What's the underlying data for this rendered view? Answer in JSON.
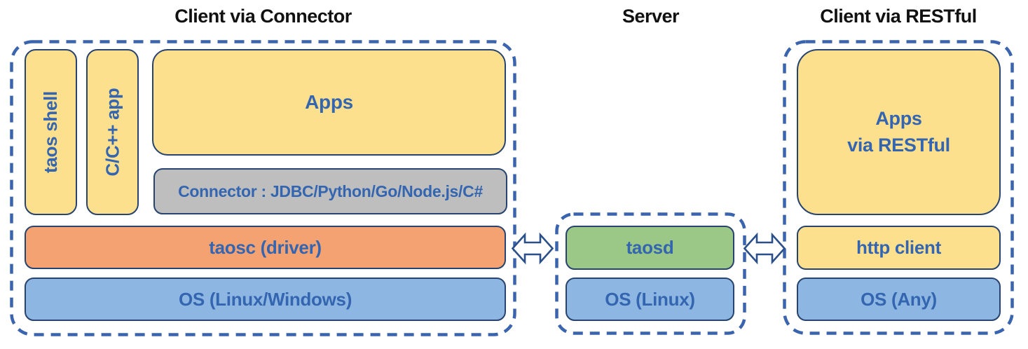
{
  "colors": {
    "background": "#ffffff",
    "yellow": "#FDE08D",
    "orange": "#F4A272",
    "blue": "#8DB7E2",
    "green": "#9BC886",
    "gray": "#BEBEBE",
    "box_border": "#27436F",
    "dashed_border": "#3A64AE",
    "label_text": "#3465B0",
    "title_text": "#111111",
    "arrow_outline": "#2B4F88",
    "arrow_fill": "#FFFFFF"
  },
  "sections": {
    "connector_client": {
      "title": "Client via Connector",
      "boxes": {
        "taos_shell": "taos shell",
        "cpp_app": "C/C++ app",
        "apps": "Apps",
        "connector": "Connector : JDBC/Python/Go/Node.js/C#",
        "taosc": "taosc (driver)",
        "os": "OS (Linux/Windows)"
      }
    },
    "server": {
      "title": "Server",
      "boxes": {
        "taosd": "taosd",
        "os": "OS (Linux)"
      }
    },
    "restful_client": {
      "title": "Client via RESTful",
      "boxes": {
        "apps_line1": "Apps",
        "apps_line2": "via RESTful",
        "http_client": "http client",
        "os": "OS (Any)"
      }
    },
    "connections": {
      "client_server_arrow": "double-headed arrow",
      "server_restful_arrow": "double-headed arrow"
    }
  }
}
